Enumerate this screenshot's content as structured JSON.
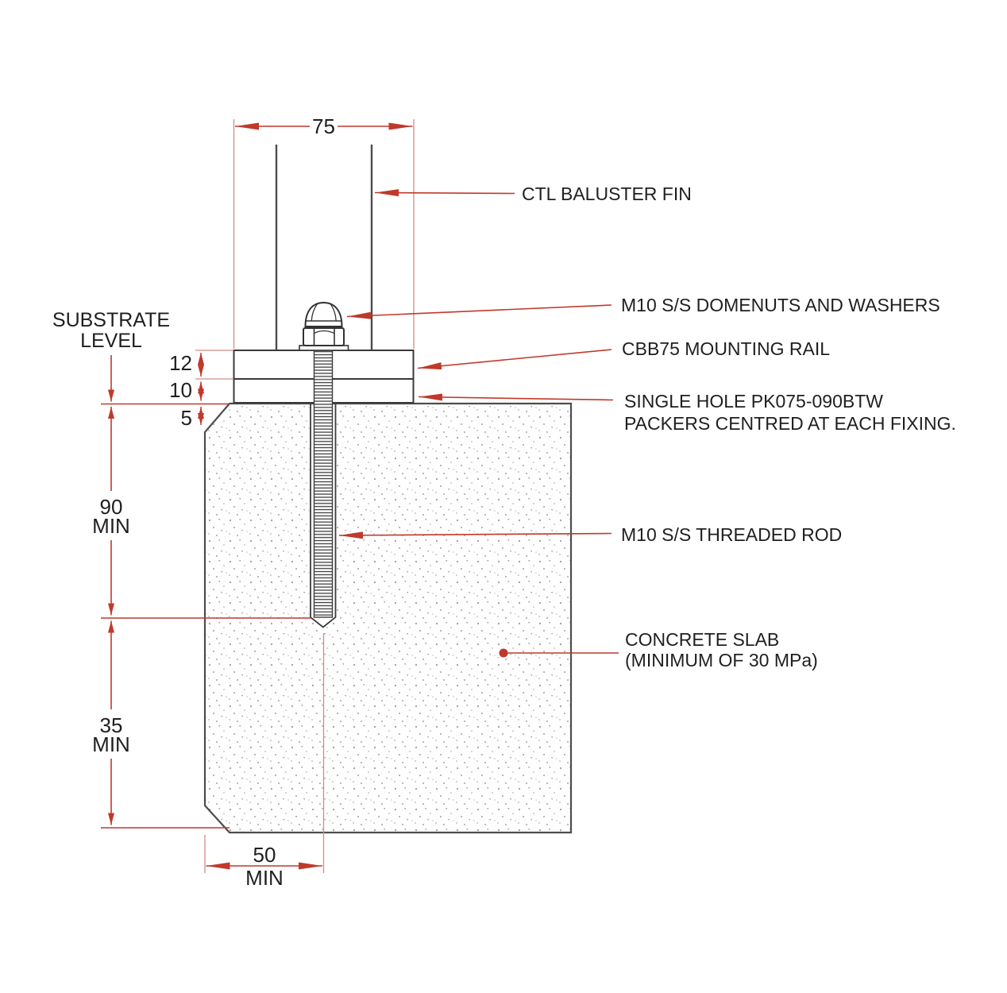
{
  "diagram": {
    "drawing_type": "baluster fixing detail section",
    "labels": {
      "baluster_fin": "CTL BALUSTER FIN",
      "domenuts": "M10 S/S DOMENUTS AND WASHERS",
      "mounting_rail": "CBB75 MOUNTING RAIL",
      "packers_line1": "SINGLE HOLE PK075-090BTW",
      "packers_line2": "PACKERS CENTRED AT EACH FIXING.",
      "threaded_rod": "M10 S/S THREADED ROD",
      "concrete_line1": "CONCRETE SLAB",
      "concrete_line2": "(MINIMUM OF 30 MPa)",
      "substrate_line1": "SUBSTRATE",
      "substrate_line2": "LEVEL"
    },
    "dimensions": {
      "rail_width": "75",
      "rail_height": "12",
      "packer_height": "10",
      "gap": "5",
      "embed_depth": "90",
      "embed_depth_suffix": "MIN",
      "bottom_cover": "35",
      "bottom_cover_suffix": "MIN",
      "edge_distance": "50",
      "edge_distance_suffix": "MIN"
    },
    "colors": {
      "dimension_red": "#c0392b",
      "extension_red": "#d28d85",
      "linework": "#3a3a3a",
      "concrete_outline": "#4d4d4d",
      "stipple_dot": "#9d9d9d",
      "text": "#1f1f1f"
    }
  }
}
